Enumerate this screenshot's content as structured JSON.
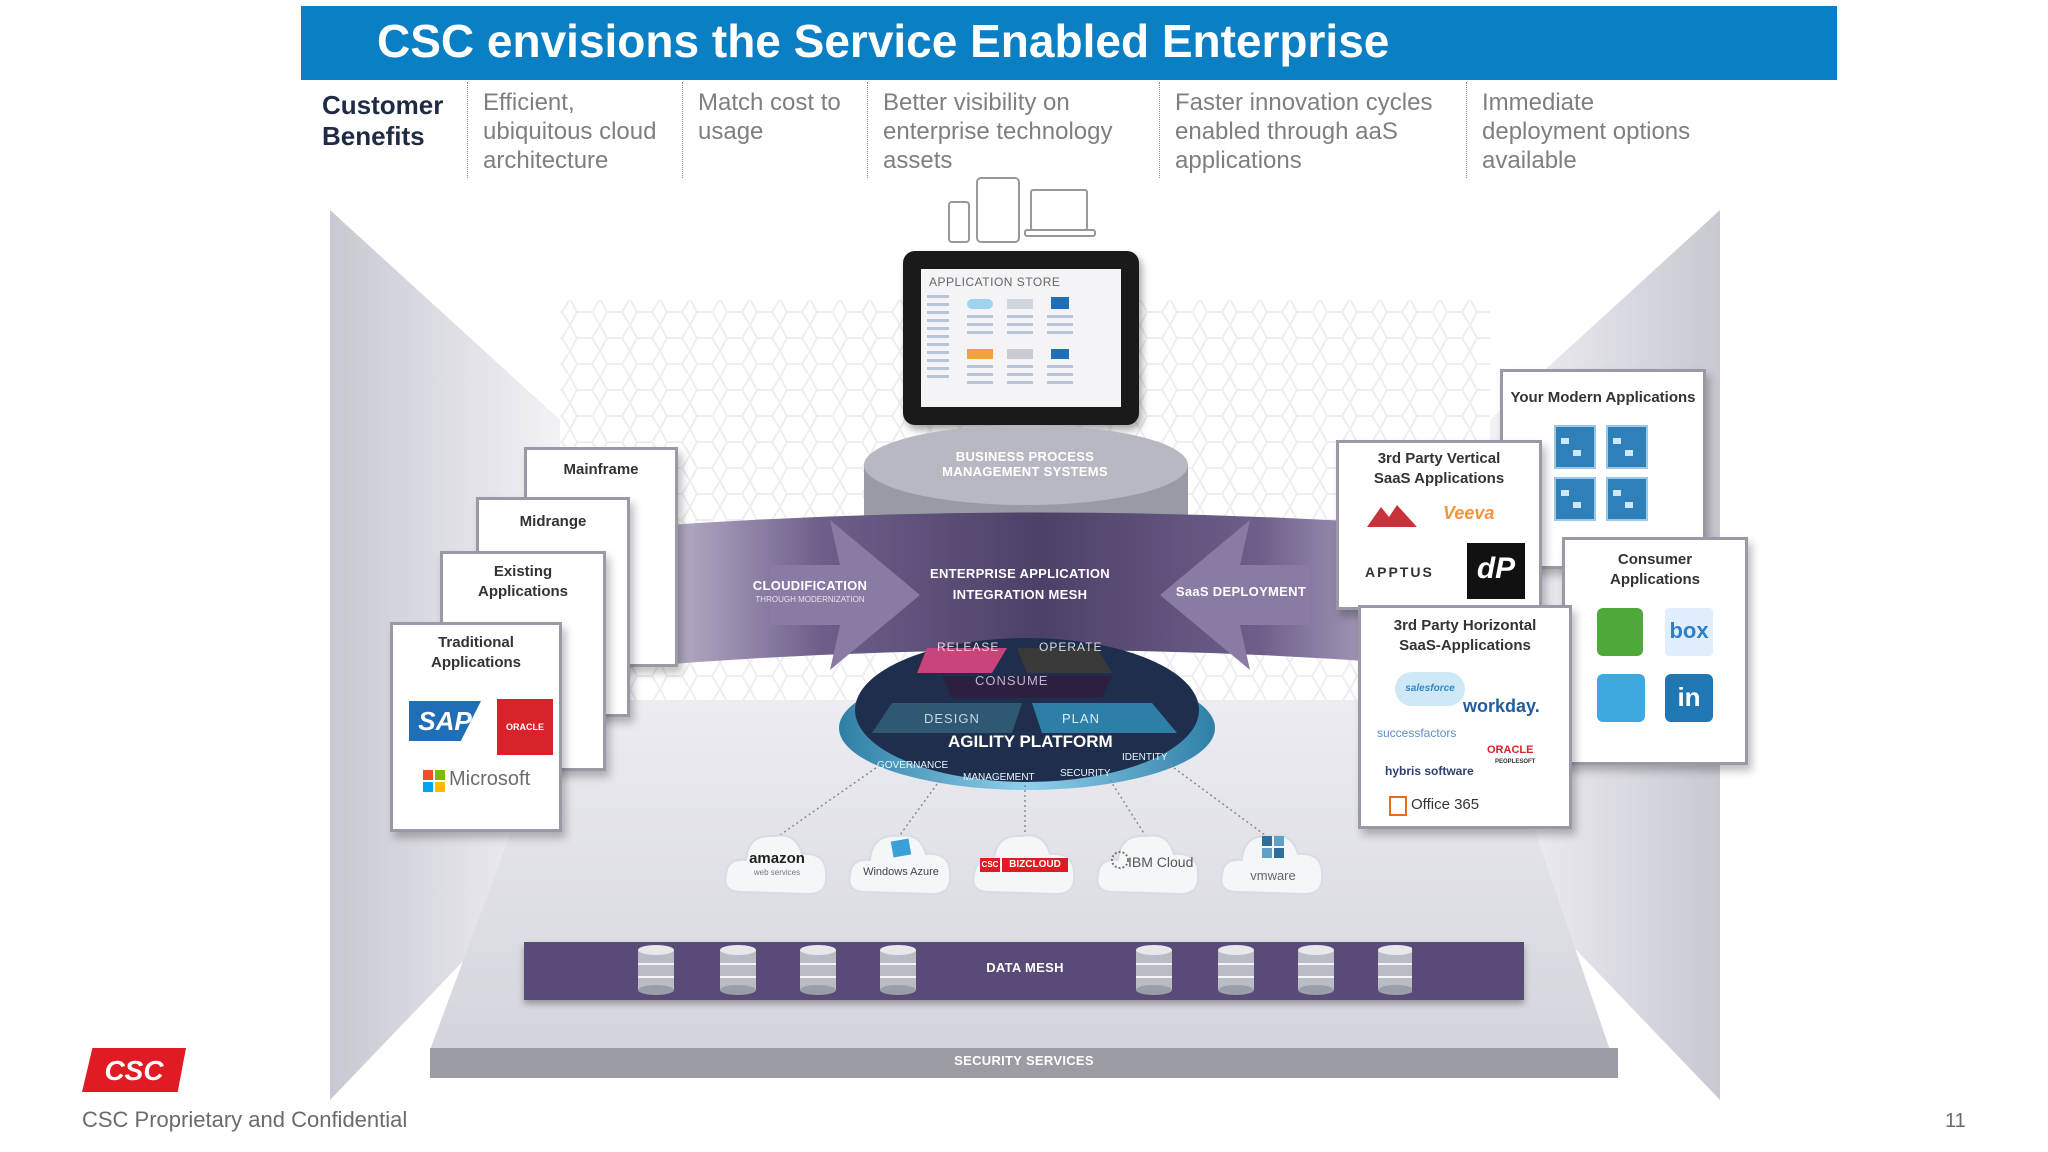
{
  "title": "CSC envisions the Service Enabled Enterprise",
  "benefits_header": [
    "Customer",
    "Benefits"
  ],
  "benefits": [
    [
      "Efficient,",
      "ubiquitous cloud",
      "architecture"
    ],
    [
      "Match cost to",
      "usage"
    ],
    [
      "Better visibility on",
      "enterprise technology",
      "assets"
    ],
    [
      "Faster innovation cycles",
      "enabled through aaS",
      "applications"
    ],
    [
      "Immediate",
      "deployment options",
      "available"
    ]
  ],
  "left_stack": {
    "mainframe": "Mainframe",
    "midrange": "Midrange",
    "existing": [
      "Existing",
      "Applications"
    ],
    "traditional": [
      "Traditional",
      "Applications"
    ],
    "logos": [
      "SAP",
      "ORACLE",
      "Microsoft"
    ]
  },
  "arrows": {
    "cloudification": "CLOUDIFICATION",
    "cloudification_sub": "THROUGH MODERNIZATION",
    "saas_deployment": "SaaS DEPLOYMENT"
  },
  "center": {
    "app_store": "APPLICATION STORE",
    "bpm": [
      "BUSINESS PROCESS",
      "MANAGEMENT SYSTEMS"
    ],
    "integration_mesh": [
      "ENTERPRISE APPLICATION",
      "INTEGRATION MESH"
    ],
    "platform_segments": [
      "RELEASE",
      "OPERATE",
      "CONSUME",
      "DESIGN",
      "PLAN"
    ],
    "platform_name": "AGILITY PLATFORM",
    "platform_ring": [
      "GOVERNANCE",
      "MANAGEMENT",
      "SECURITY",
      "IDENTITY"
    ]
  },
  "clouds": [
    "amazon",
    "Windows Azure",
    "BIZCLOUD",
    "IBM Cloud",
    "vmware"
  ],
  "clouds_sub": [
    "web services",
    "",
    "CSC",
    "",
    ""
  ],
  "data_mesh": "DATA MESH",
  "security_services": "SECURITY SERVICES",
  "right_stack": {
    "modern": "Your Modern Applications",
    "vertical": [
      "3rd Party  Vertical",
      "SaaS Applications"
    ],
    "consumer": [
      "Consumer",
      "Applications"
    ],
    "horizontal": [
      "3rd Party Horizontal",
      "SaaS-Applications"
    ],
    "vertical_logos": [
      "Veeva",
      "APPTUS",
      "dP"
    ],
    "horizontal_logos": [
      "salesforce",
      "workday.",
      "successfactors",
      "ORACLE",
      "PEOPLESOFT",
      "hybris software",
      "Office 365"
    ],
    "consumer_logos": [
      "box",
      "in"
    ]
  },
  "footer": {
    "logo": "CSC",
    "confidential": "CSC Proprietary and Confidential",
    "page": "11"
  },
  "colors": {
    "title_bar": "#0a7fc4",
    "band_purple": "#5a4a78",
    "csc_red": "#e01b24"
  }
}
